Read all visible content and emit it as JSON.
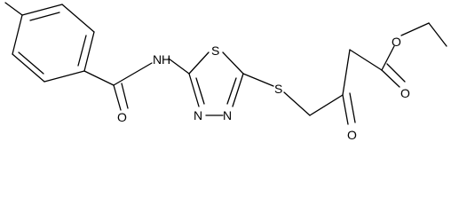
{
  "molecule": {
    "atoms": [
      {
        "id": "S-ring",
        "text": "S"
      },
      {
        "id": "N-amide",
        "text": "N"
      },
      {
        "id": "H-amide",
        "text": "H"
      },
      {
        "id": "O-amide",
        "text": "O"
      },
      {
        "id": "N3",
        "text": "N"
      },
      {
        "id": "N4",
        "text": "N"
      },
      {
        "id": "S-thioether",
        "text": "S"
      },
      {
        "id": "O-ketone",
        "text": "O"
      },
      {
        "id": "O-ester-carbonyl",
        "text": "O"
      },
      {
        "id": "O-ester-alkoxy",
        "text": "O"
      }
    ]
  }
}
